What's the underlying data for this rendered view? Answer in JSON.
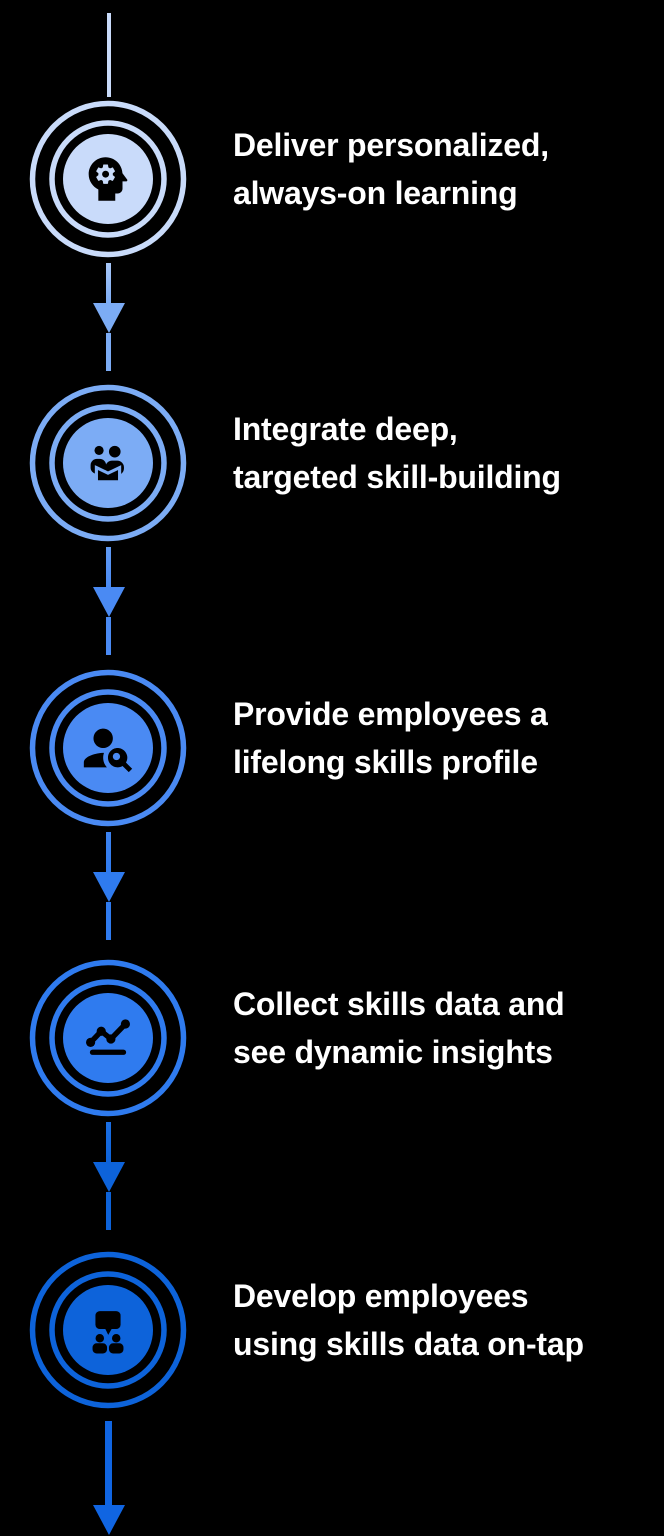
{
  "page": {
    "background": "#000000",
    "text_color": "#FFFFFF"
  },
  "steps": [
    {
      "icon": "head-gear-icon",
      "color": "#C9DBFA",
      "line1": "Deliver personalized,",
      "line2": "always-on learning"
    },
    {
      "icon": "people-book-icon",
      "color": "#7CACF5",
      "line1": "Integrate deep,",
      "line2": "targeted skill-building"
    },
    {
      "icon": "person-search-icon",
      "color": "#4A8AF3",
      "line1": "Provide employees a",
      "line2": "lifelong skills profile"
    },
    {
      "icon": "chart-insights-icon",
      "color": "#2F7BEF",
      "line1": "Collect skills data and",
      "line2": "see dynamic insights"
    },
    {
      "icon": "people-chat-icon",
      "color": "#0D63DA",
      "line1": "Develop employees",
      "line2": "using skills data on-tap"
    }
  ],
  "connectors": [
    {
      "name": "intro-line",
      "from": "#C9DBFA",
      "to": "#C9DBFA"
    },
    {
      "name": "arrow-1-2",
      "from": "#A9C8F8",
      "to": "#7CACF5"
    },
    {
      "name": "arrow-2-3",
      "from": "#619BF4",
      "to": "#4A8AF3"
    },
    {
      "name": "arrow-3-4",
      "from": "#3D83F1",
      "to": "#2F7BEF"
    },
    {
      "name": "arrow-4-5",
      "from": "#1B6FE4",
      "to": "#0D63DA"
    },
    {
      "name": "arrow-end",
      "from": "#1065E2",
      "to": "#1065E2"
    }
  ]
}
